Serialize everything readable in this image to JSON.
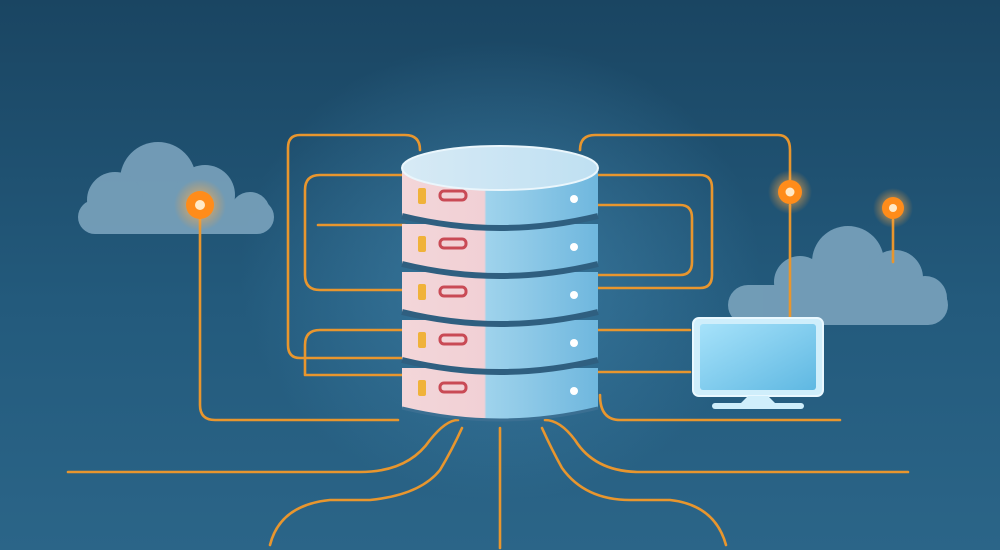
{
  "colors": {
    "background_top": "#1c4a68",
    "background_bottom": "#2a6488",
    "wire": "#e8962e",
    "node_glow": "#ffb347",
    "node_core": "#ff8c1a",
    "cloud": "#7fa8c0",
    "cylinder_blue": "#8ec8e6",
    "cylinder_pink": "#f1d2d6",
    "monitor_screen": "#8fd4f2"
  },
  "illustration": {
    "subject": "database-server-network",
    "server_disk_count": 5,
    "cloud_count": 2,
    "node_count": 3
  }
}
